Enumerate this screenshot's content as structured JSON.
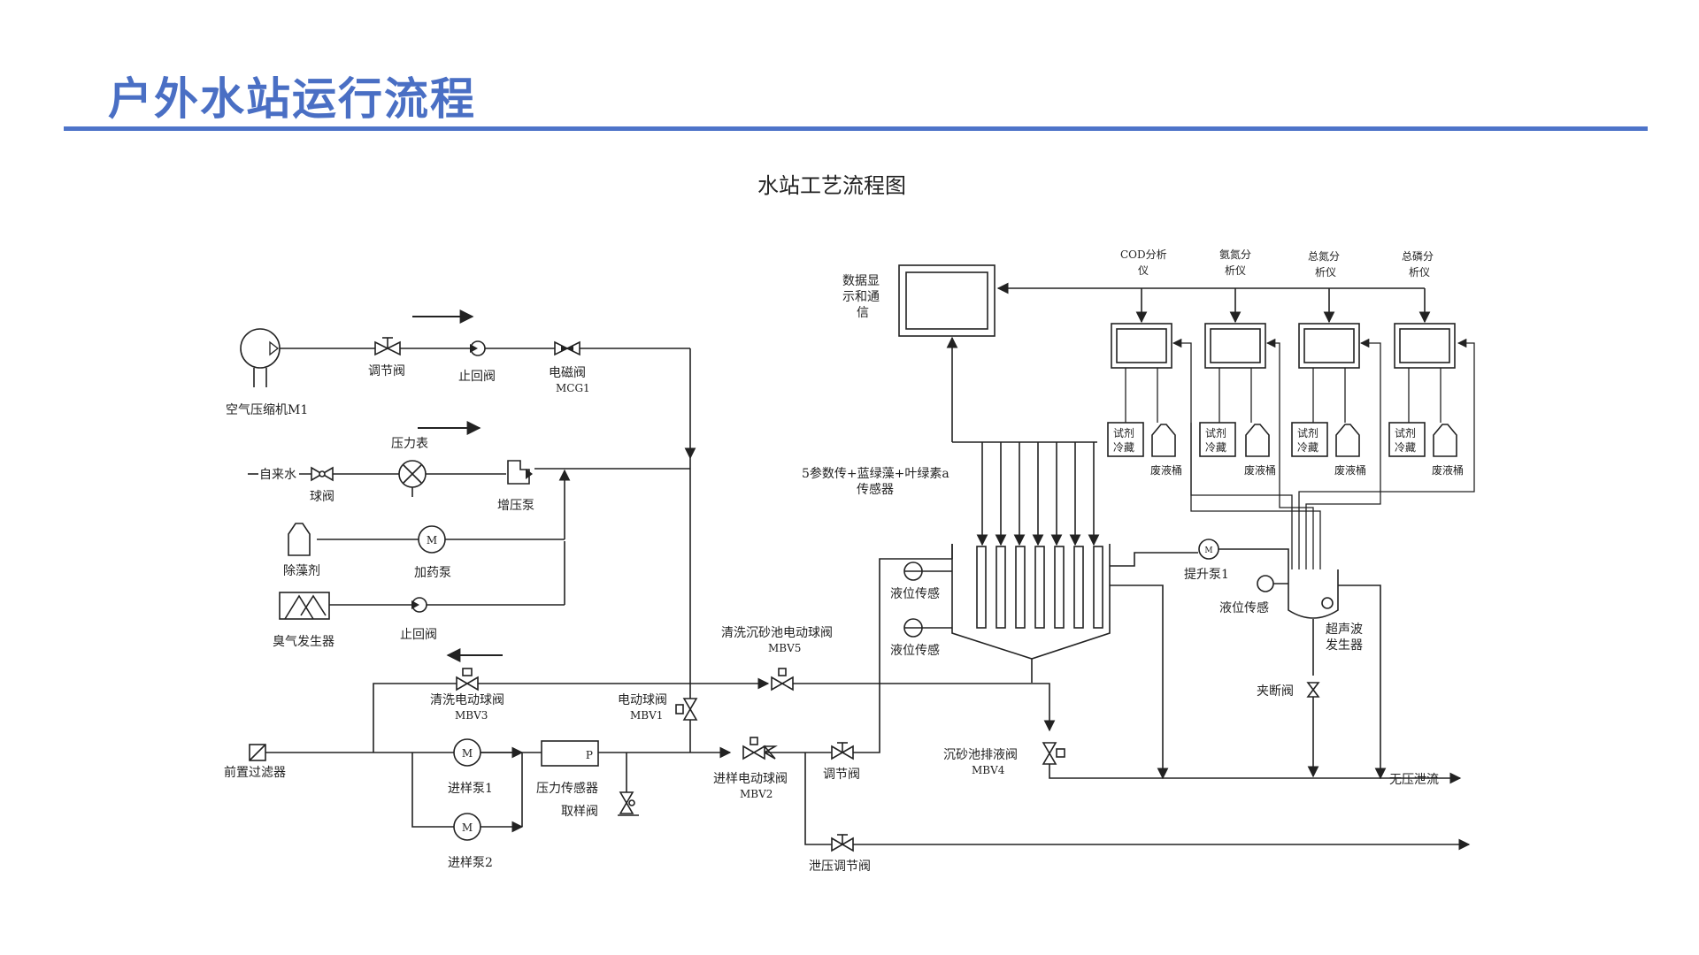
{
  "page": {
    "title": "户外水站运行流程",
    "accent_color": "#4e74c9"
  },
  "diagram": {
    "title": "水站工艺流程图",
    "labels": {
      "air_compressor": "空气压缩机M1",
      "regulating_valve_top": "调节阀",
      "check_valve_top": "止回阀",
      "solenoid_valve": "电磁阀",
      "solenoid_valve_code": "MCG1",
      "tap_water": "自来水",
      "ball_valve": "球阀",
      "pressure_gauge": "压力表",
      "booster_pump": "增压泵",
      "algaecide": "除藻剂",
      "dosing_pump": "加药泵",
      "ozone_generator": "臭气发生器",
      "check_valve_ozone": "止回阀",
      "clean_valve": "清洗电动球阀",
      "clean_valve_code": "MBV3",
      "pre_filter": "前置过滤器",
      "sample_pump1": "进样泵1",
      "sample_pump2": "进样泵2",
      "pressure_sensor": "压力传感器",
      "sampling_valve": "取样阀",
      "motor_ball_valve": "电动球阀",
      "motor_ball_valve_code": "MBV1",
      "inlet_valve": "进样电动球阀",
      "inlet_valve_code": "MBV2",
      "grit_clean_valve": "清洗沉砂池电动球阀",
      "grit_clean_valve_code": "MBV5",
      "regulating_valve_mid": "调节阀",
      "relief_valve": "泄压调节阀",
      "grit_drain_valve": "沉砂池排液阀",
      "grit_drain_valve_code": "MBV4",
      "level_sensor_1": "液位传感",
      "level_sensor_2": "液位传感",
      "level_sensor_3": "液位传感",
      "sensor_group_line1": "5参数传+蓝绿藻+叶绿素a",
      "sensor_group_line2": "传感器",
      "lift_pump": "提升泵1",
      "pinch_valve": "夹断阀",
      "ultrasonic_line1": "超声波",
      "ultrasonic_line2": "发生器",
      "no_pressure_drain": "无压泄流",
      "display_line1": "数据显",
      "display_line2": "示和通",
      "display_line3": "信",
      "pump_symbol": "M",
      "pressure_symbol": "P"
    },
    "analyzers": [
      {
        "line1": "COD分析",
        "line2": "仪",
        "reagent1": "试剂",
        "reagent2": "冷藏",
        "waste": "废液桶"
      },
      {
        "line1": "氨氮分",
        "line2": "析仪",
        "reagent1": "试剂",
        "reagent2": "冷藏",
        "waste": "废液桶"
      },
      {
        "line1": "总氮分",
        "line2": "析仪",
        "reagent1": "试剂",
        "reagent2": "冷藏",
        "waste": "废液桶"
      },
      {
        "line1": "总磷分",
        "line2": "析仪",
        "reagent1": "试剂",
        "reagent2": "冷藏",
        "waste": "废液桶"
      }
    ]
  }
}
